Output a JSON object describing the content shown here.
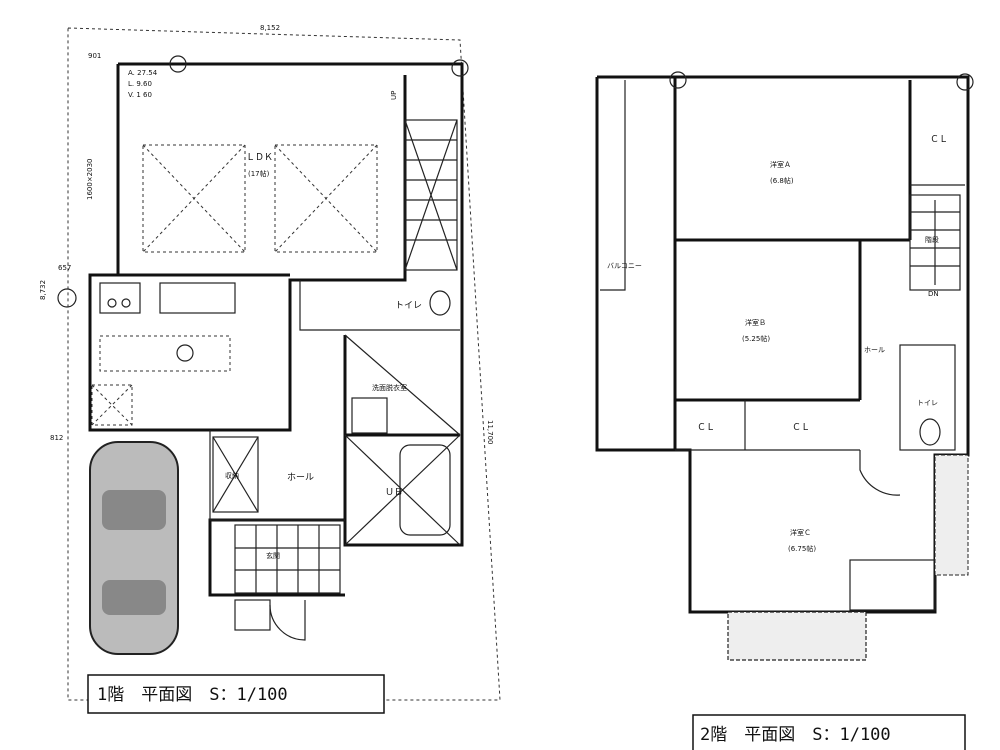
{
  "floor1": {
    "title": "1階　平面図　S：1/100",
    "rooms": {
      "ldk": "ＬＤＫ",
      "ldk_size": "(17帖)",
      "stairs_up": "UP",
      "toilet": "トイレ",
      "washroom": "洗面脱衣室",
      "bath": "ＵＢ",
      "storage": "収納",
      "hall": "ホール",
      "entrance": "玄関"
    },
    "area_notes": [
      "A. 27.54",
      "L.  9.60",
      "V.  1 60"
    ],
    "dimensions": {
      "top": "8,152",
      "d901": "901",
      "d657": "657",
      "d812": "812",
      "window": "1600×2030",
      "right": "11,700",
      "left": "8,732"
    }
  },
  "floor2": {
    "title": "2階　平面図　S：1/100",
    "rooms": {
      "room_a": "洋室Ａ",
      "room_a_size": "(6.8帖)",
      "room_b": "洋室Ｂ",
      "room_b_size": "(5.25帖)",
      "room_c": "洋室Ｃ",
      "room_c_size": "(6.75帖)",
      "closet1": "ＣＬ",
      "closet2": "ＣＬ",
      "closet3": "ＣＬ",
      "balcony": "バルコニー",
      "hall": "ホール",
      "toilet": "トイレ",
      "stairs": "階段",
      "down": "DN"
    }
  }
}
